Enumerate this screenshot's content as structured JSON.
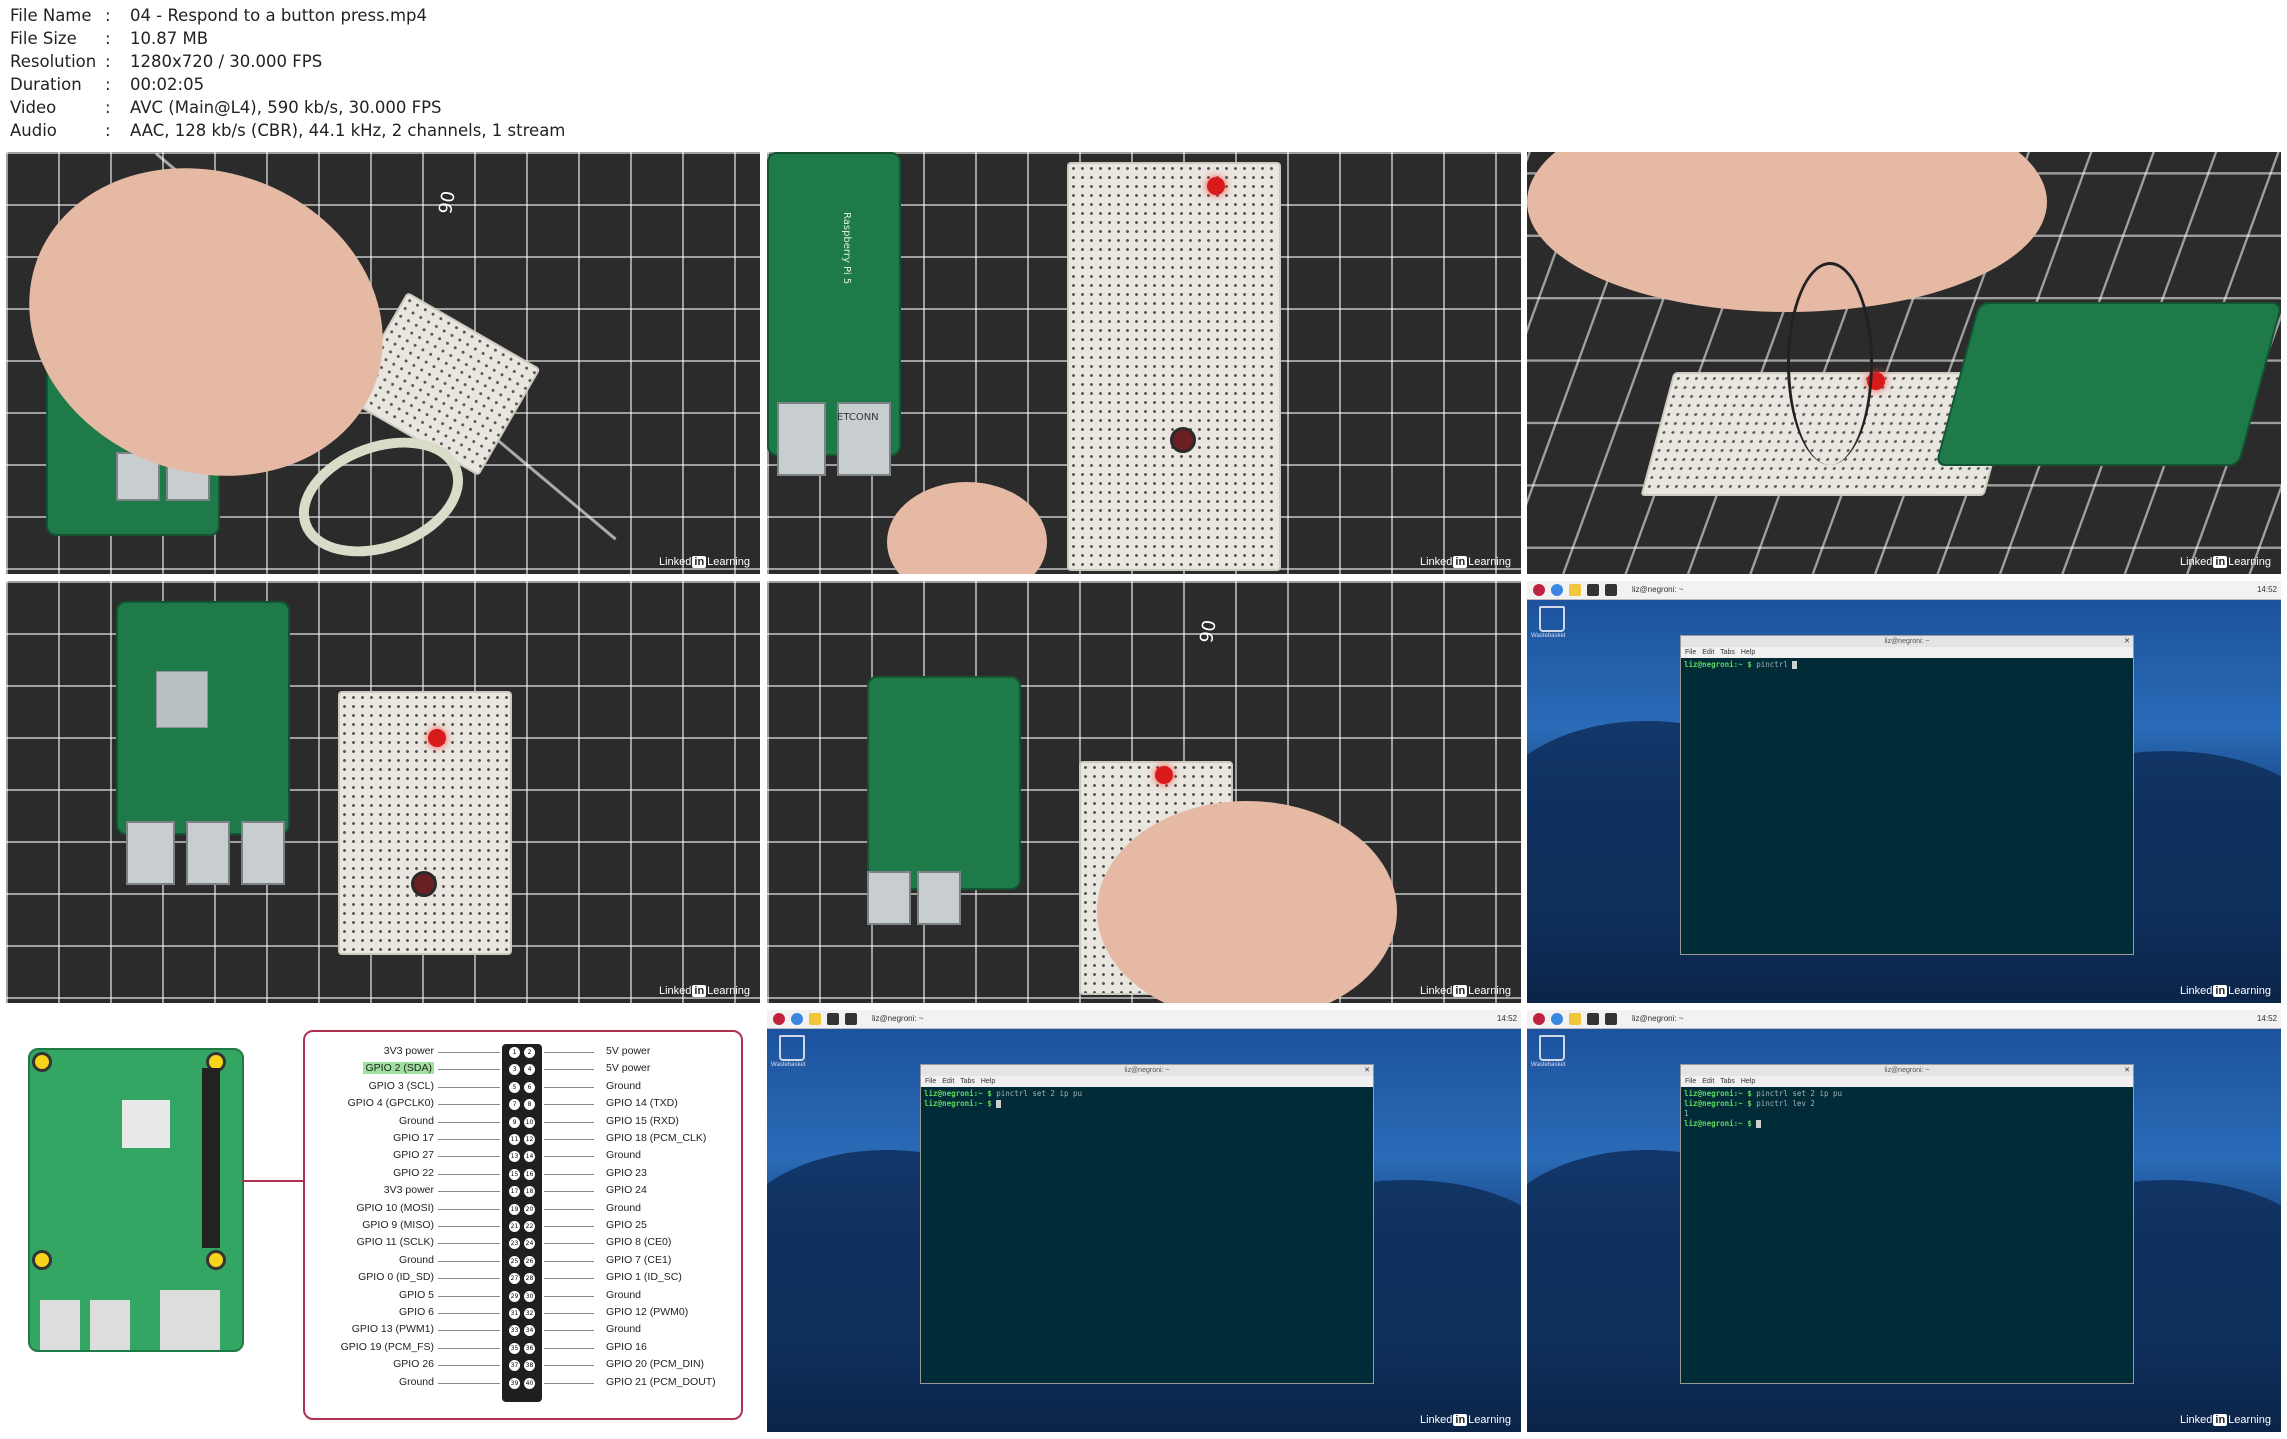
{
  "meta": [
    {
      "key": "File Name",
      "value": "04 - Respond to a button press.mp4"
    },
    {
      "key": "File Size",
      "value": "10.87 MB"
    },
    {
      "key": "Resolution",
      "value": "1280x720 / 30.000 FPS"
    },
    {
      "key": "Duration",
      "value": "00:02:05"
    },
    {
      "key": "Video",
      "value": "AVC (Main@L4), 590 kb/s, 30.000 FPS"
    },
    {
      "key": "Audio",
      "value": "AAC, 128 kb/s (CBR), 44.1 kHz, 2 channels, 1 stream"
    }
  ],
  "watermark": {
    "left": "Linked",
    "in": "in",
    "right": "Learning"
  },
  "mat_marking": "90",
  "board_text": {
    "pi_label": "Raspberry Pi 5",
    "usb_label": "ETCONN"
  },
  "desktop": {
    "taskbar_label": "liz@negroni: ~",
    "clock": "14:52",
    "trash_label": "Wastebasket",
    "terminal_title": "liz@negroni: ~",
    "menu": [
      "File",
      "Edit",
      "Tabs",
      "Help"
    ]
  },
  "terminals": [
    {
      "lines": [
        {
          "prompt": "liz@negroni:~ $",
          "cmd": " pinctrl"
        }
      ]
    },
    {
      "lines": [
        {
          "prompt": "liz@negroni:~ $",
          "cmd": " pinctrl set 2 ip pu"
        },
        {
          "prompt": "liz@negroni:~ $",
          "cmd": ""
        }
      ]
    },
    {
      "lines": [
        {
          "prompt": "liz@negroni:~ $",
          "cmd": " pinctrl set 2 ip pu"
        },
        {
          "prompt": "liz@negroni:~ $",
          "cmd": " pinctrl lev 2"
        },
        {
          "prompt": "",
          "cmd": "1"
        },
        {
          "prompt": "liz@negroni:~ $",
          "cmd": ""
        }
      ]
    }
  ],
  "pinout": {
    "left": [
      "3V3 power",
      "GPIO 2 (SDA)",
      "GPIO 3 (SCL)",
      "GPIO 4 (GPCLK0)",
      "Ground",
      "GPIO 17",
      "GPIO 27",
      "GPIO 22",
      "3V3 power",
      "GPIO 10 (MOSI)",
      "GPIO 9 (MISO)",
      "GPIO 11 (SCLK)",
      "Ground",
      "GPIO 0 (ID_SD)",
      "GPIO 5",
      "GPIO 6",
      "GPIO 13 (PWM1)",
      "GPIO 19 (PCM_FS)",
      "GPIO 26",
      "Ground"
    ],
    "right": [
      "5V power",
      "5V power",
      "Ground",
      "GPIO 14 (TXD)",
      "GPIO 15 (RXD)",
      "GPIO 18 (PCM_CLK)",
      "Ground",
      "GPIO 23",
      "GPIO 24",
      "Ground",
      "GPIO 25",
      "GPIO 8 (CE0)",
      "GPIO 7 (CE1)",
      "GPIO 1 (ID_SC)",
      "Ground",
      "GPIO 12 (PWM0)",
      "Ground",
      "GPIO 16",
      "GPIO 20 (PCM_DIN)",
      "GPIO 21 (PCM_DOUT)"
    ],
    "highlight": "GPIO 2 (SDA)"
  }
}
